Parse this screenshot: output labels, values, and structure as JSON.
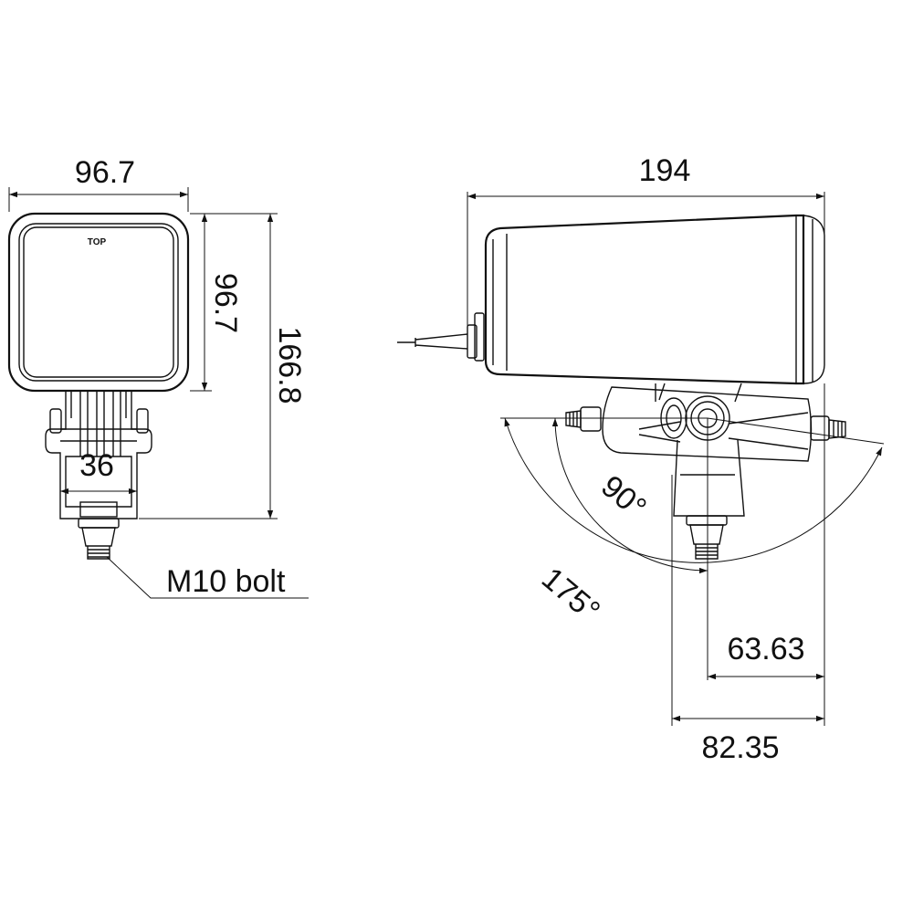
{
  "front_view": {
    "width_label": "96.7",
    "head_height_label": "96.7",
    "total_height_label": "166.8",
    "bracket_width_label": "36",
    "top_marking": "TOP",
    "bolt_label": "M10 bolt"
  },
  "side_view": {
    "length_label": "194",
    "tilt_angle_label": "90°",
    "swivel_angle_label": "175°",
    "offset_label": "63.63",
    "depth_label": "82.35"
  }
}
